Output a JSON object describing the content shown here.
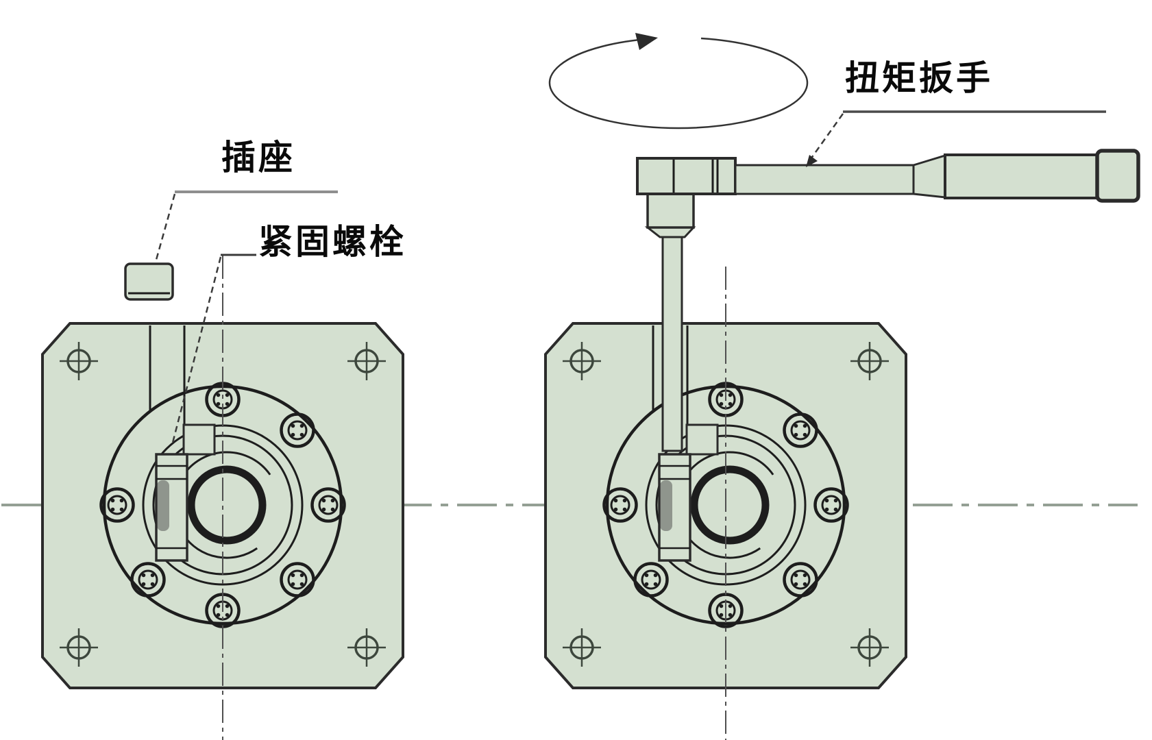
{
  "diagram": {
    "labels": {
      "socket": "插座",
      "clamp_bolt": "紧固螺栓",
      "torque_wrench": "扭矩扳手"
    },
    "colors": {
      "part_fill": "#d4e0d0",
      "outline": "#2b2b2b",
      "line_dark": "#1d1d1d",
      "corner_hole": "#3d473d",
      "centerline_horizontal": "#94a094",
      "centerline_vertical": "#4f4f4f",
      "leader_gray": "#8f8f8f",
      "label_text": "#0a0a0a",
      "background": "#ffffff"
    }
  }
}
